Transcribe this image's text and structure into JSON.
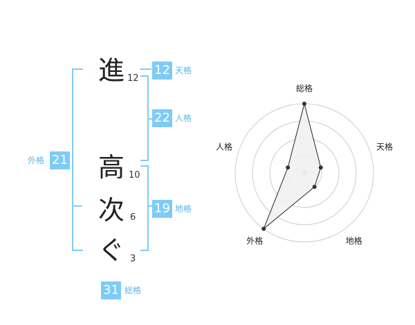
{
  "name_chars": [
    {
      "char": "進",
      "strokes": "12"
    },
    {
      "char": "高",
      "strokes": "10"
    },
    {
      "char": "次",
      "strokes": "6"
    },
    {
      "char": "ぐ",
      "strokes": "3"
    }
  ],
  "kakusu": {
    "tenkaku": {
      "value": "12",
      "label": "天格"
    },
    "jinkaku": {
      "value": "22",
      "label": "人格"
    },
    "chikaku": {
      "value": "19",
      "label": "地格"
    },
    "gaikaku": {
      "value": "21",
      "label": "外格"
    },
    "soukaku": {
      "value": "31",
      "label": "総格"
    }
  },
  "chart_data": {
    "type": "radar",
    "axes": [
      "総格",
      "天格",
      "地格",
      "外格",
      "人格"
    ],
    "values": [
      4,
      1,
      1,
      4,
      1
    ],
    "max": 4,
    "rings": 4,
    "colors": {
      "grid": "#cccccc",
      "fill": "#f0f0f0",
      "line": "#222222",
      "point": "#333333",
      "center": "#cccccc"
    }
  }
}
